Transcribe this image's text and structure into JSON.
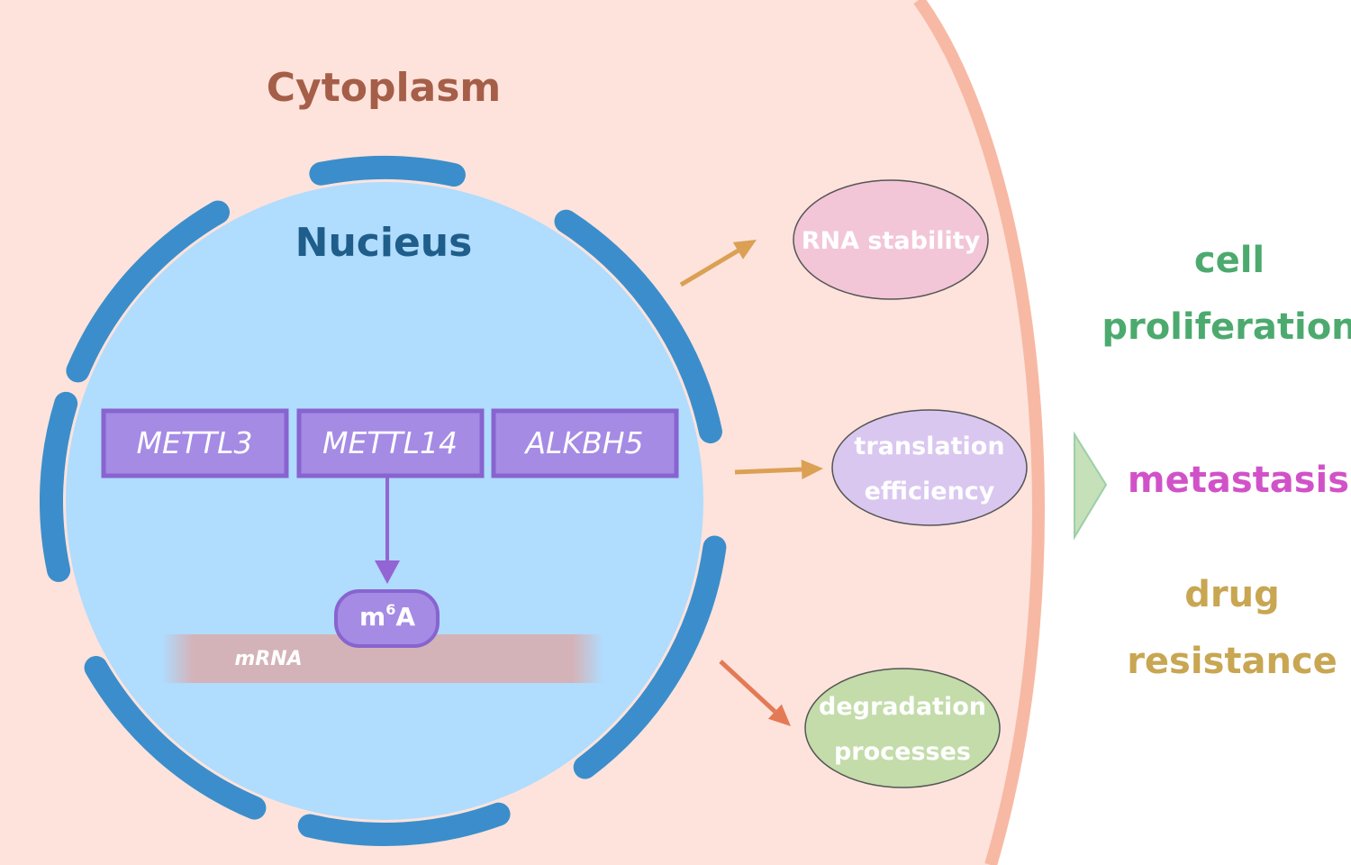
{
  "labels": {
    "cytoplasm": "Cytoplasm",
    "nucleus": "Nucieus",
    "mrna": "mRNA",
    "m6a_base": "m",
    "m6a_sup": "6",
    "m6a_end": "A"
  },
  "genes": [
    "METTL3",
    "METTL14",
    "ALKBH5"
  ],
  "effects": [
    {
      "lines": [
        "RNA stability"
      ],
      "fill": "#f2c6d6",
      "arrow_color": "#dba054"
    },
    {
      "lines": [
        "translation",
        "efficiency"
      ],
      "fill": "#d9c7f0",
      "arrow_color": "#dba054"
    },
    {
      "lines": [
        "degradation",
        "processes"
      ],
      "fill": "#c3dcaa",
      "arrow_color": "#e47a55"
    }
  ],
  "outcomes": [
    {
      "lines": [
        "cell",
        "proliferation"
      ],
      "color": "#4caa6e"
    },
    {
      "lines": [
        "metastasis"
      ],
      "color": "#d152c8"
    },
    {
      "lines": [
        "drug",
        "resistance"
      ],
      "color": "#c8a652"
    }
  ],
  "colors": {
    "cytoplasm_fill": "#fde3dc",
    "cell_membrane": "#f7b9a4",
    "nucleus_fill": "#b0dcfd",
    "nuclear_envelope": "#3b8ecb",
    "gene_box_fill": "#a58be4",
    "gene_box_border": "#8764cf",
    "cytoplasm_text": "#a55e48",
    "nucleus_text": "#1f5d8a",
    "mrna_band": "#d4b3b8",
    "chevron": "#c6e0ba"
  }
}
